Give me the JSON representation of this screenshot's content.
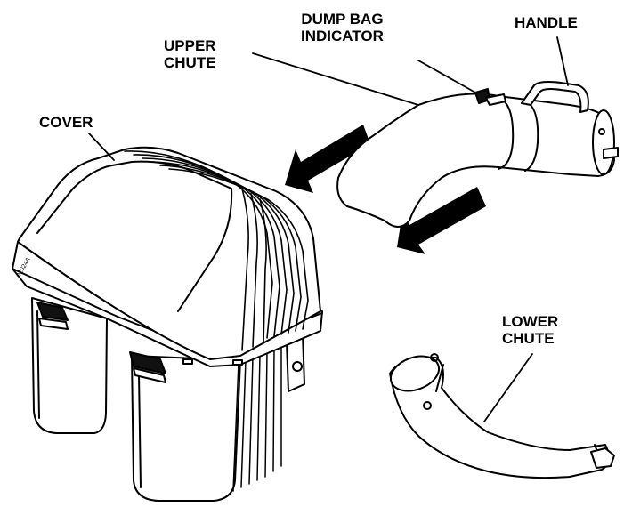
{
  "labels": {
    "dump_bag_indicator": [
      "DUMP BAG",
      "INDICATOR"
    ],
    "handle": "HANDLE",
    "upper_chute": [
      "UPPER",
      "CHUTE"
    ],
    "cover": "COVER",
    "lower_chute": [
      "LOWER",
      "CHUTE"
    ]
  },
  "colors": {
    "line": "#000000",
    "fill": "#ffffff"
  }
}
